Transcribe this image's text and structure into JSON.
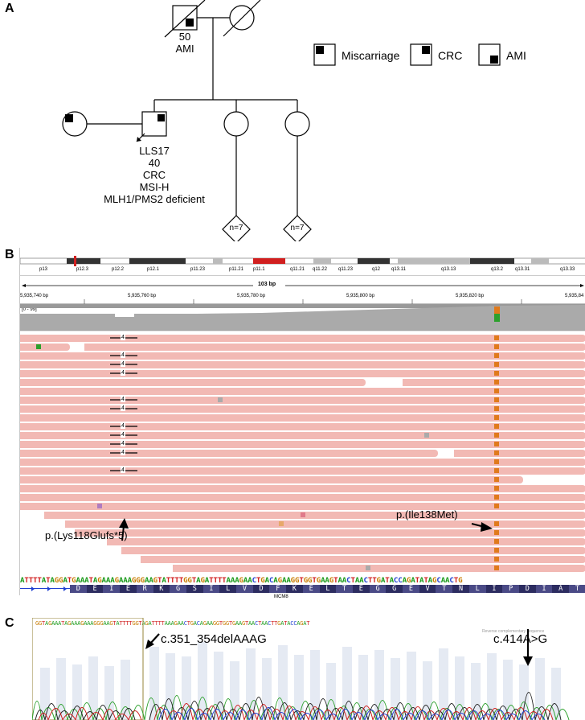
{
  "panels": {
    "a": "A",
    "b": "B",
    "c": "C"
  },
  "pedigree": {
    "father_age": "50",
    "father_cancer": "AMI",
    "proband_id": "LLS17",
    "proband_age": "40",
    "proband_cancer": "CRC",
    "proband_msi": "MSI-H",
    "proband_ihc": "MLH1/PMS2 deficient",
    "sibling_children_left": "n=7",
    "sibling_children_right": "n=7"
  },
  "legend": {
    "miscarriage": "Miscarriage",
    "crc": "CRC",
    "ami": "AMI"
  },
  "igv": {
    "bands": [
      "p13",
      "p12.3",
      "p12.2",
      "p12.1",
      "p11.23",
      "p11.21",
      "p11.1",
      "q11.21",
      "q11.22",
      "q11.23",
      "q12",
      "q13.11",
      "q13.13",
      "q13.2",
      "q13.31",
      "q13.33"
    ],
    "span": "103 bp",
    "coords": [
      "5,935,740 bp",
      "5,935,760 bp",
      "5,935,780 bp",
      "5,935,800 bp",
      "5,935,820 bp",
      "5,935,84"
    ],
    "range": "[0 - 99]",
    "deletion_marker": "4",
    "sequence": "ATTTTATAGGATGAAATAGAAAGAAAGGGAAGTATTTTGGTAGATTTTAAAGAACTGACAGAAGGTGGTGAAGTAACTAACTTGATACCAGATATAGCAACTG",
    "amino_acids": [
      "D",
      "E",
      "I",
      "E",
      "R",
      "K",
      "G",
      "S",
      "I",
      "L",
      "V",
      "D",
      "F",
      "K",
      "E",
      "L",
      "T",
      "E",
      "G",
      "G",
      "E",
      "V",
      "T",
      "N",
      "L",
      "I",
      "P",
      "D",
      "I",
      "A",
      "T"
    ],
    "gene": "MCM8",
    "annotation_left": "p.(Lys118Glufs*5)",
    "annotation_right": "p.(Ile138Met)"
  },
  "sanger": {
    "top_seq": "GGTAGAAATAGAAAGAAAGGGAAGTATTTTGGTAGATTTTAAAGAACTGACAGAAGGTGGTGAAGTAACTAACTTGATACCAGAT",
    "caption": "Reverse complementary sequence",
    "annotation_left": "c.351_354delAAAG",
    "annotation_right": "c.414A>G"
  },
  "colors": {
    "read": "#f2b9b4",
    "mutation": "#e07a1c",
    "A": "#1a9a1a",
    "C": "#1f3fd1",
    "G": "#c87c00",
    "T": "#d11f1f"
  }
}
